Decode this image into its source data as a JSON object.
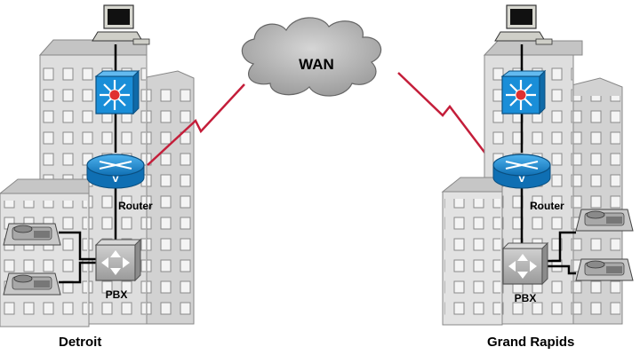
{
  "network": {
    "wan_label": "WAN",
    "sites": [
      {
        "name": "Detroit",
        "router_label": "Router",
        "pbx_label": "PBX"
      },
      {
        "name": "Grand Rapids",
        "router_label": "Router",
        "pbx_label": "PBX"
      }
    ]
  },
  "colors": {
    "building": "#dedede",
    "building_shade": "#cfcfcf",
    "window": "#f4f4f4",
    "device_blue": "#1a8ed8",
    "wan_link": "#c41e3a",
    "cloud": "#bdbdbd",
    "pbx": "#b5b5b5"
  }
}
